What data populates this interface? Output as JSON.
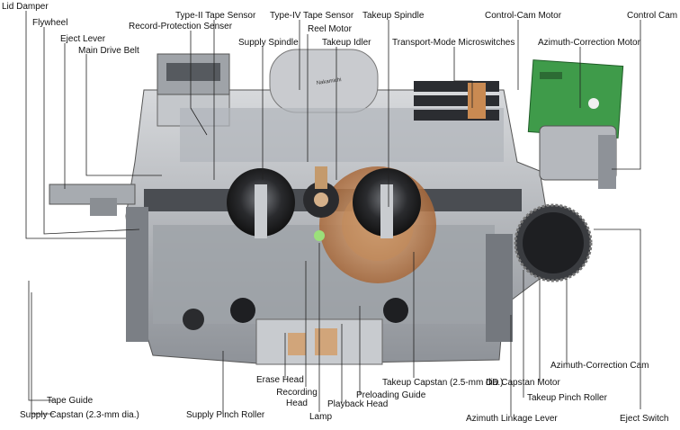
{
  "labels": {
    "lid_damper": "Lid Damper",
    "flywheel": "Flywheel",
    "eject_lever": "Eject Lever",
    "main_drive_belt": "Main Drive Belt",
    "type2_tape_sensor": "Type-II Tape Sensor",
    "record_protection_sensor": "Record-Protection Senser",
    "supply_spindle": "Supply Spindle",
    "type4_tape_sensor": "Type-IV Tape Sensor",
    "reel_motor": "Reel Motor",
    "takeup_idler": "Takeup Idler",
    "takeup_spindle": "Takeup Spindle",
    "transport_mode_microswitches": "Transport-Mode Microswitches",
    "control_cam_motor": "Control-Cam Motor",
    "control_cam": "Control Cam",
    "azimuth_correction_motor": "Azimuth-Correction Motor",
    "tape_guide": "Tape Guide",
    "supply_capstan": "Supply Capstan (2.3-mm dia.)",
    "supply_pinch_roller": "Supply Pinch Roller",
    "erase_head": "Erase Head",
    "recording_head_1": "Recording",
    "recording_head_2": "Head",
    "lamp": "Lamp",
    "playback_head": "Playback Head",
    "preloading_guide": "Preloading Guide",
    "takeup_capstan": "Takeup Capstan (2.5-mm dia.)",
    "azimuth_linkage_lever": "Azimuth Linkage Lever",
    "dd_capstan_motor": "DD Capstan Motor",
    "takeup_pinch_roller": "Takeup Pinch Roller",
    "azimuth_correction_cam": "Azimuth-Correction Cam",
    "eject_switch": "Eject Switch"
  },
  "embedded_text": {
    "badge": "Nakamichi"
  },
  "colors": {
    "metal": "#b9bcc1",
    "metal_dark": "#6f7379",
    "shadow": "#3a3c40",
    "pcb_green": "#3f9b4a",
    "copper": "#c98a52",
    "leader": "#222222"
  }
}
